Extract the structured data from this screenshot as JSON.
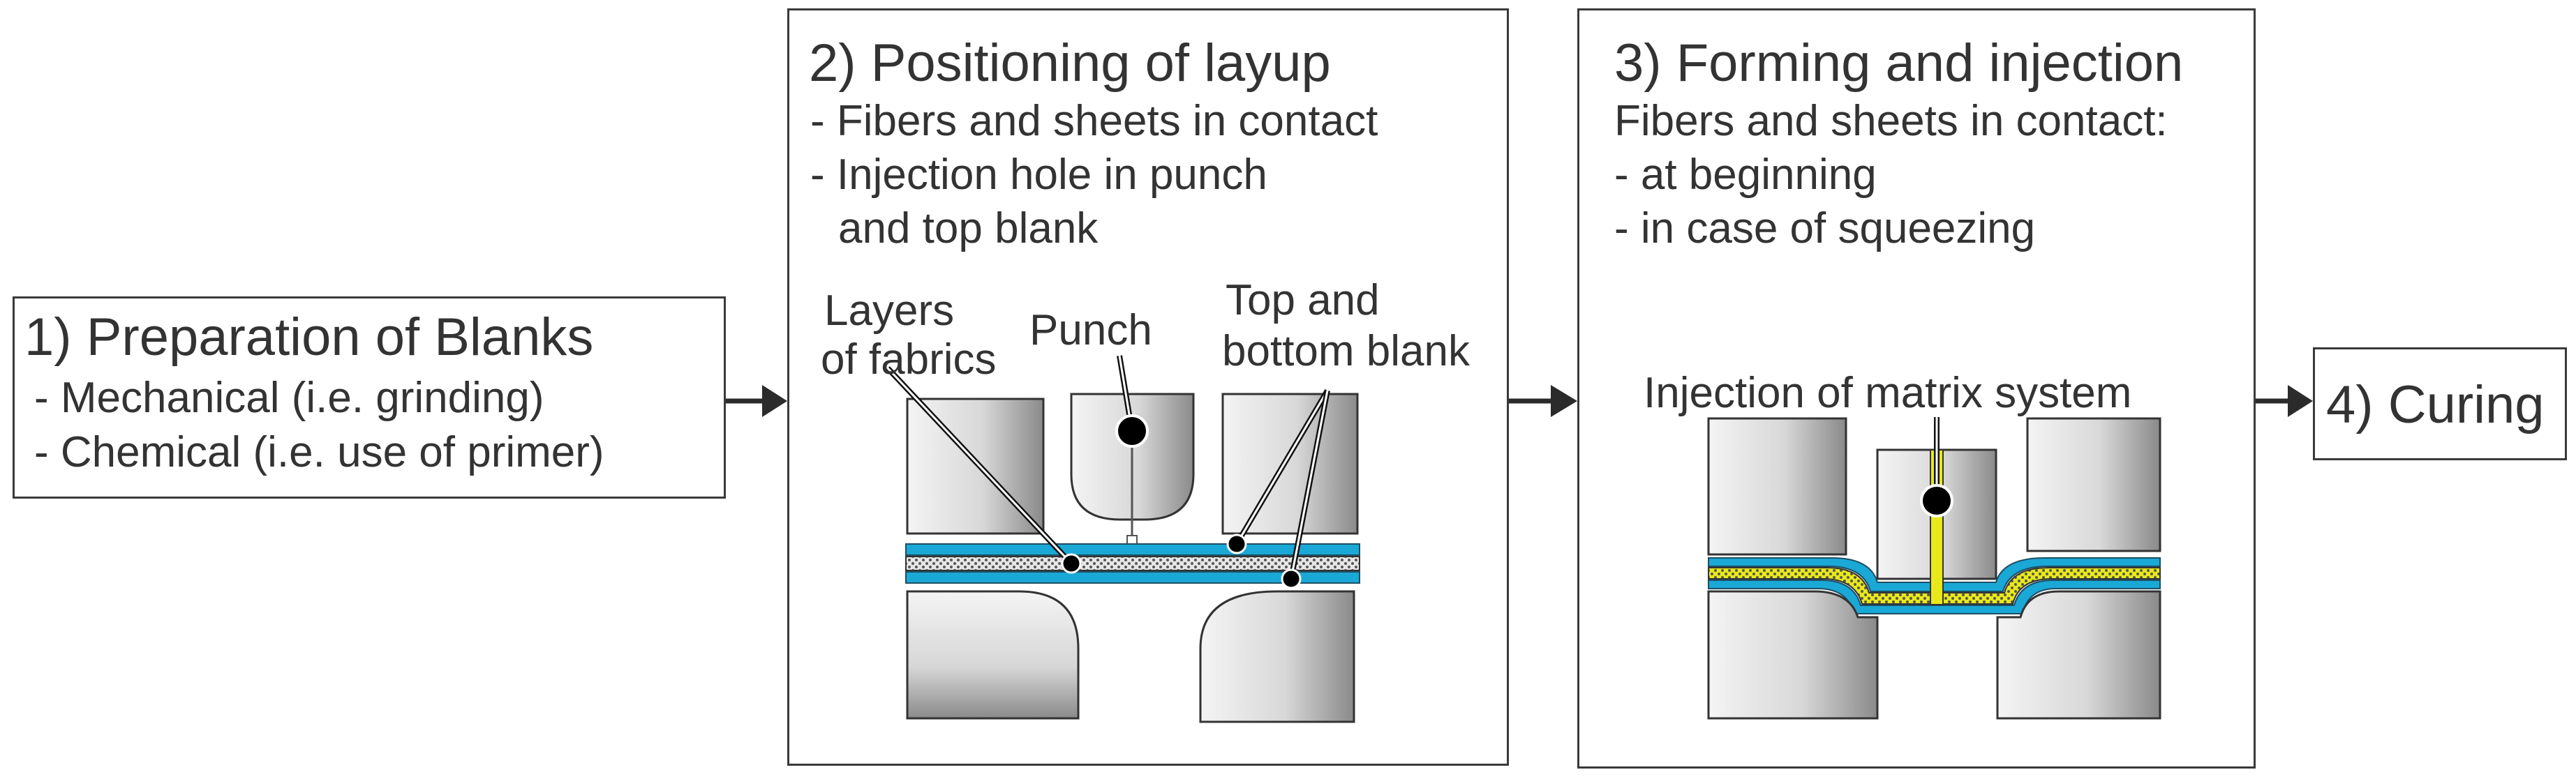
{
  "step1": {
    "title": "1) Preparation of Blanks",
    "items": [
      "- Mechanical (i.e. grinding)",
      "- Chemical (i.e. use of primer)"
    ]
  },
  "step2": {
    "title": "2) Positioning of layup",
    "items": [
      "- Fibers and sheets in contact",
      "- Injection hole in punch",
      "and top blank"
    ],
    "labels": {
      "fabrics_1": "Layers",
      "fabrics_2": "of fabrics",
      "punch": "Punch",
      "blank_1": "Top and",
      "blank_2": "bottom blank"
    }
  },
  "step3": {
    "title": "3) Forming and injection",
    "items": [
      "Fibers and sheets in contact:",
      "- at beginning",
      "- in case of squeezing"
    ],
    "labels": {
      "injection": "Injection of matrix system"
    }
  },
  "step4": {
    "title": "4) Curing"
  },
  "colors": {
    "border": "#3a3a3a",
    "text": "#333333",
    "sheet": "#1aa8d6",
    "matrix": "#e8e81a",
    "fabric": "#9a9a9a",
    "tool_light": "#f2f2f2",
    "tool_dark": "#7a7a7a"
  }
}
